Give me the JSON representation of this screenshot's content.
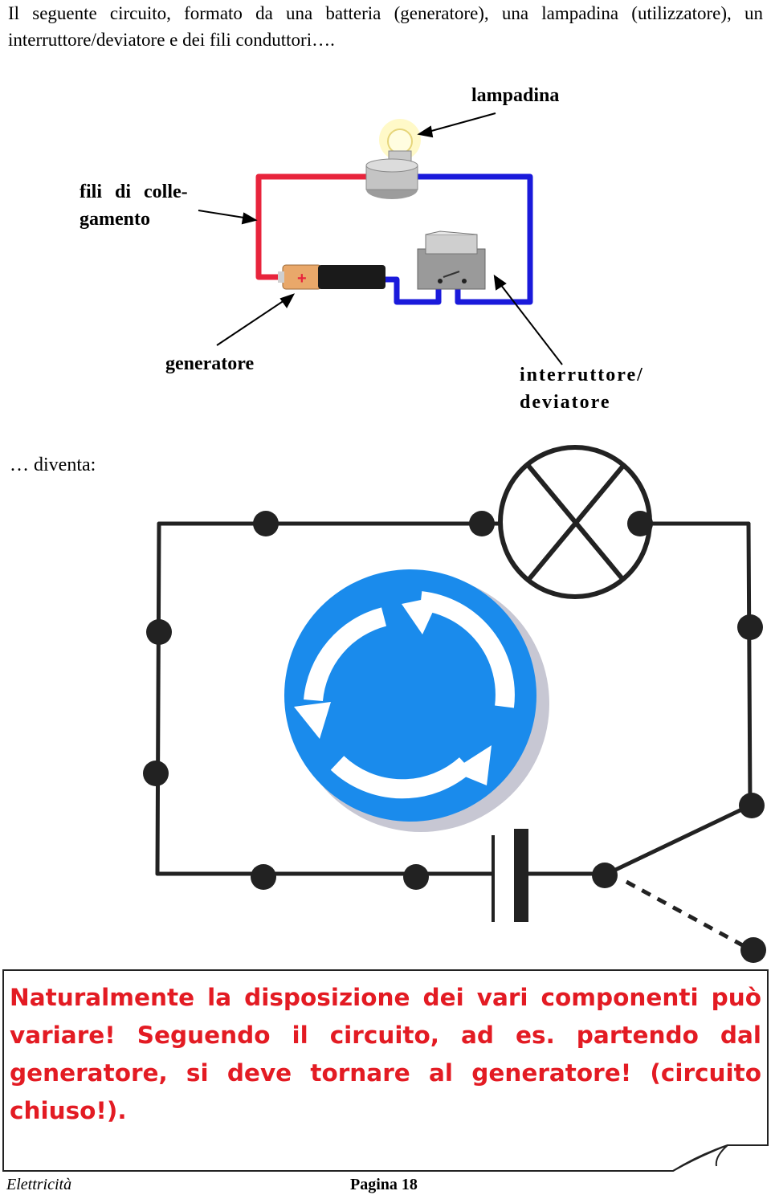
{
  "intro": "Il seguente circuito, formato da una batteria (generatore), una lampadina (utilizzatore), un interruttore/deviatore e dei fili conduttori….",
  "labels": {
    "lamp": "lampadina",
    "wires_line1": "fili di colle-",
    "wires_line2": "gamento",
    "generator": "generatore",
    "switch_line1": "interruttore/",
    "switch_line2": "deviatore"
  },
  "battery_sign": "+",
  "transition": "… diventa:",
  "note": "Naturalmente la disposizione dei vari componenti può variare! Seguendo il circuito, ad es. partendo dal generatore, si deve tornare al generatore! (circuito chiuso!).",
  "footer": {
    "left": "Elettricità",
    "right": "Pagina 18"
  },
  "colors": {
    "red_wire": "#e8243c",
    "blue_wire": "#1a1adb",
    "sign_blue": "#1a8bec",
    "note_red": "#e31b23"
  }
}
